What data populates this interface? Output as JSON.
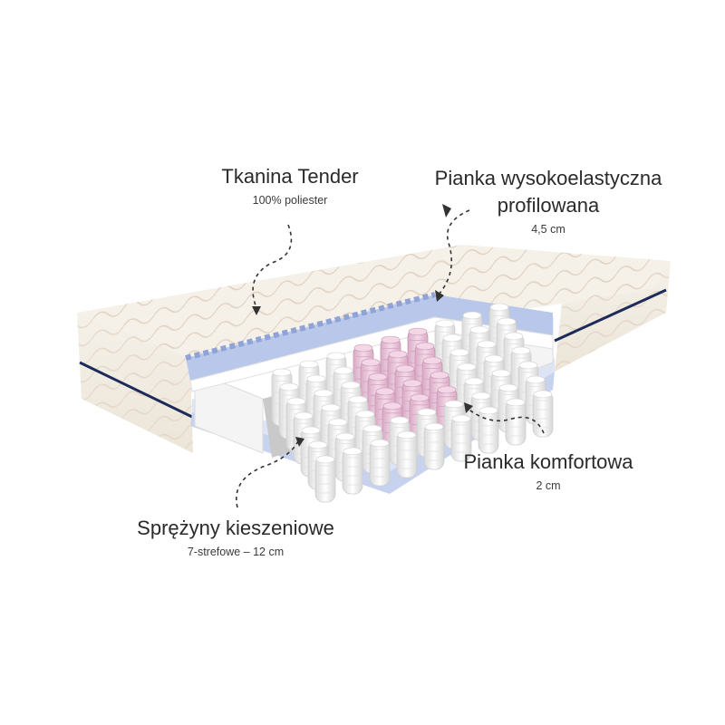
{
  "labels": {
    "fabric": {
      "title": "Tkanina Tender",
      "sub": "100% poliester"
    },
    "foam_top": {
      "title_line1": "Pianka wysokoelastyczna",
      "title_line2": "profilowana",
      "sub": "4,5 cm"
    },
    "comfort_foam": {
      "title": "Pianka komfortowa",
      "sub": "2 cm"
    },
    "springs": {
      "title": "Sprężyny kieszeniowe",
      "sub": "7-strefowe – 12 cm"
    }
  },
  "colors": {
    "cover": "#f3eee4",
    "cover_pattern": "#e2d3c4",
    "piping": "#1d2b5a",
    "profiled_foam": "#b9c8ea",
    "comfort_foam": "#f4f4f4",
    "base_foam": "#c7d2ee",
    "spring_white": "#f7f7f7",
    "spring_pink": "#e8c3d8",
    "felt": "#bdbdbd"
  }
}
